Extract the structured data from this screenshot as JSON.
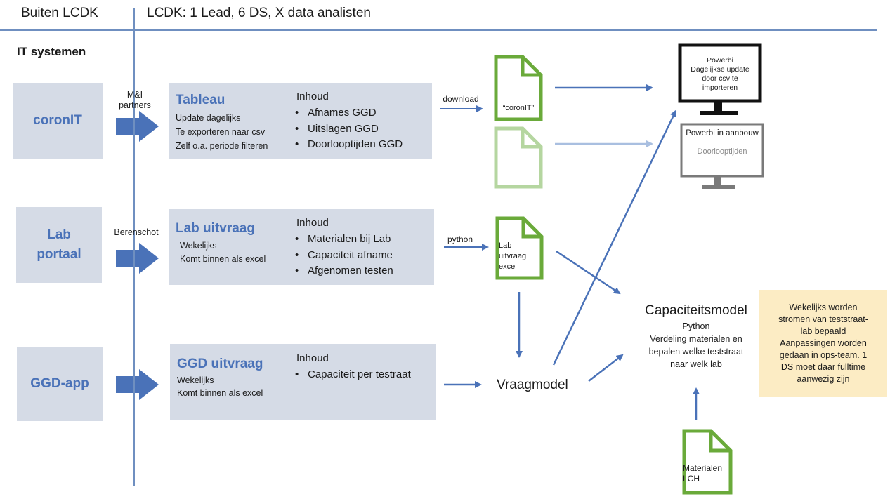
{
  "header": {
    "left": "Buiten LCDK",
    "right": "LCDK: 1 Lead, 6 DS, X data analisten"
  },
  "section_title": "IT systemen",
  "sources": {
    "coronit": "coronIT",
    "lab": "Lab portaal",
    "ggd": "GGD-app"
  },
  "partners": {
    "mi": "M&I partners",
    "berenschot": "Berenschot"
  },
  "panels": {
    "tableau": {
      "title": "Tableau",
      "lines": [
        "Update dagelijks",
        "Te exporteren naar csv",
        "Zelf o.a. periode filteren"
      ],
      "inhoud": "Inhoud",
      "bullets": [
        "Afnames GGD",
        "Uitslagen GGD",
        "Doorlooptijden GGD"
      ]
    },
    "lab": {
      "title": "Lab uitvraag",
      "lines": [
        "Wekelijks",
        "Komt binnen als excel"
      ],
      "inhoud": "Inhoud",
      "bullets": [
        "Materialen bij Lab",
        "Capaciteit afname",
        "Afgenomen testen"
      ]
    },
    "ggd": {
      "title": "GGD uitvraag",
      "lines": [
        "Wekelijks",
        "Komt binnen als excel"
      ],
      "inhoud": "Inhoud",
      "bullets": [
        "Capaciteit per testraat"
      ]
    }
  },
  "arrow_labels": {
    "download": "download",
    "python": "python"
  },
  "docs": {
    "coronit": "“coronIT”",
    "lab": [
      "Lab",
      "uitvraag",
      "excel"
    ],
    "materialen": [
      "Materialen",
      "LCH"
    ]
  },
  "monitors": {
    "powerbi": [
      "Powerbi",
      "Dagelijkse update",
      "door csv te",
      "importeren"
    ],
    "aanbouw_title": "Powerbi in aanbouw",
    "aanbouw_sub": "Doorlooptijden"
  },
  "vraagmodel": "Vraagmodel",
  "capaciteitsmodel": {
    "title": "Capaciteitsmodel",
    "lines": [
      "Python",
      "Verdeling materialen en",
      "bepalen welke teststraat",
      "naar welk lab"
    ]
  },
  "note": [
    "Wekelijks worden",
    "stromen van teststraat-",
    "lab bepaald",
    "Aanpassingen worden",
    "gedaan in ops-team. 1",
    "DS moet daar fulltime",
    "aanwezig zijn"
  ],
  "colors": {
    "accent_blue": "#4a72b8",
    "box_fill": "#d5dbe6",
    "doc_green": "#6aaa3a",
    "doc_green_light": "#b5d6a0",
    "note_fill": "#fcecc4"
  }
}
